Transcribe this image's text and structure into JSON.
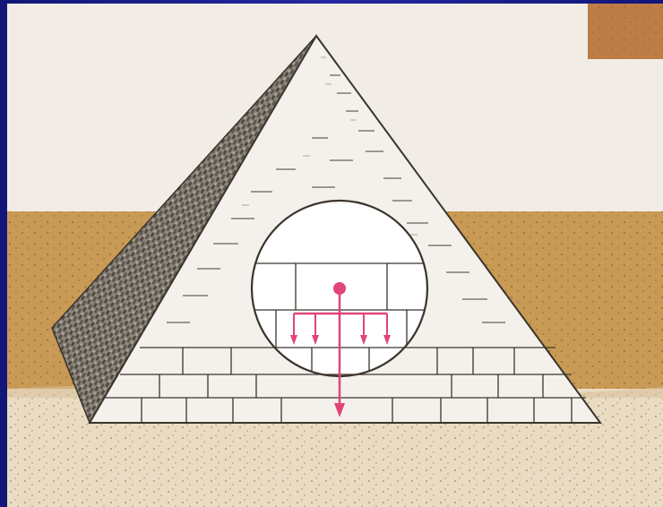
{
  "diagram": {
    "subject": "pyramid-weight-distribution",
    "colors": {
      "page_bg": "#f1ede6",
      "frame": "#1b1f8c",
      "ground": "#c99a55",
      "ground_dark": "#a87a3a",
      "stone_light": "#f4f1ec",
      "stone_shadow": "#6c655c",
      "outline": "#3a342c",
      "force_arrows": "#e0457a",
      "corner_photo": "#b4683a"
    },
    "icons": [
      "pyramid-illustration",
      "magnifier-circle",
      "center-of-mass-dot",
      "force-arrow"
    ],
    "small_force_arrows": 4,
    "block_rows": 3
  }
}
